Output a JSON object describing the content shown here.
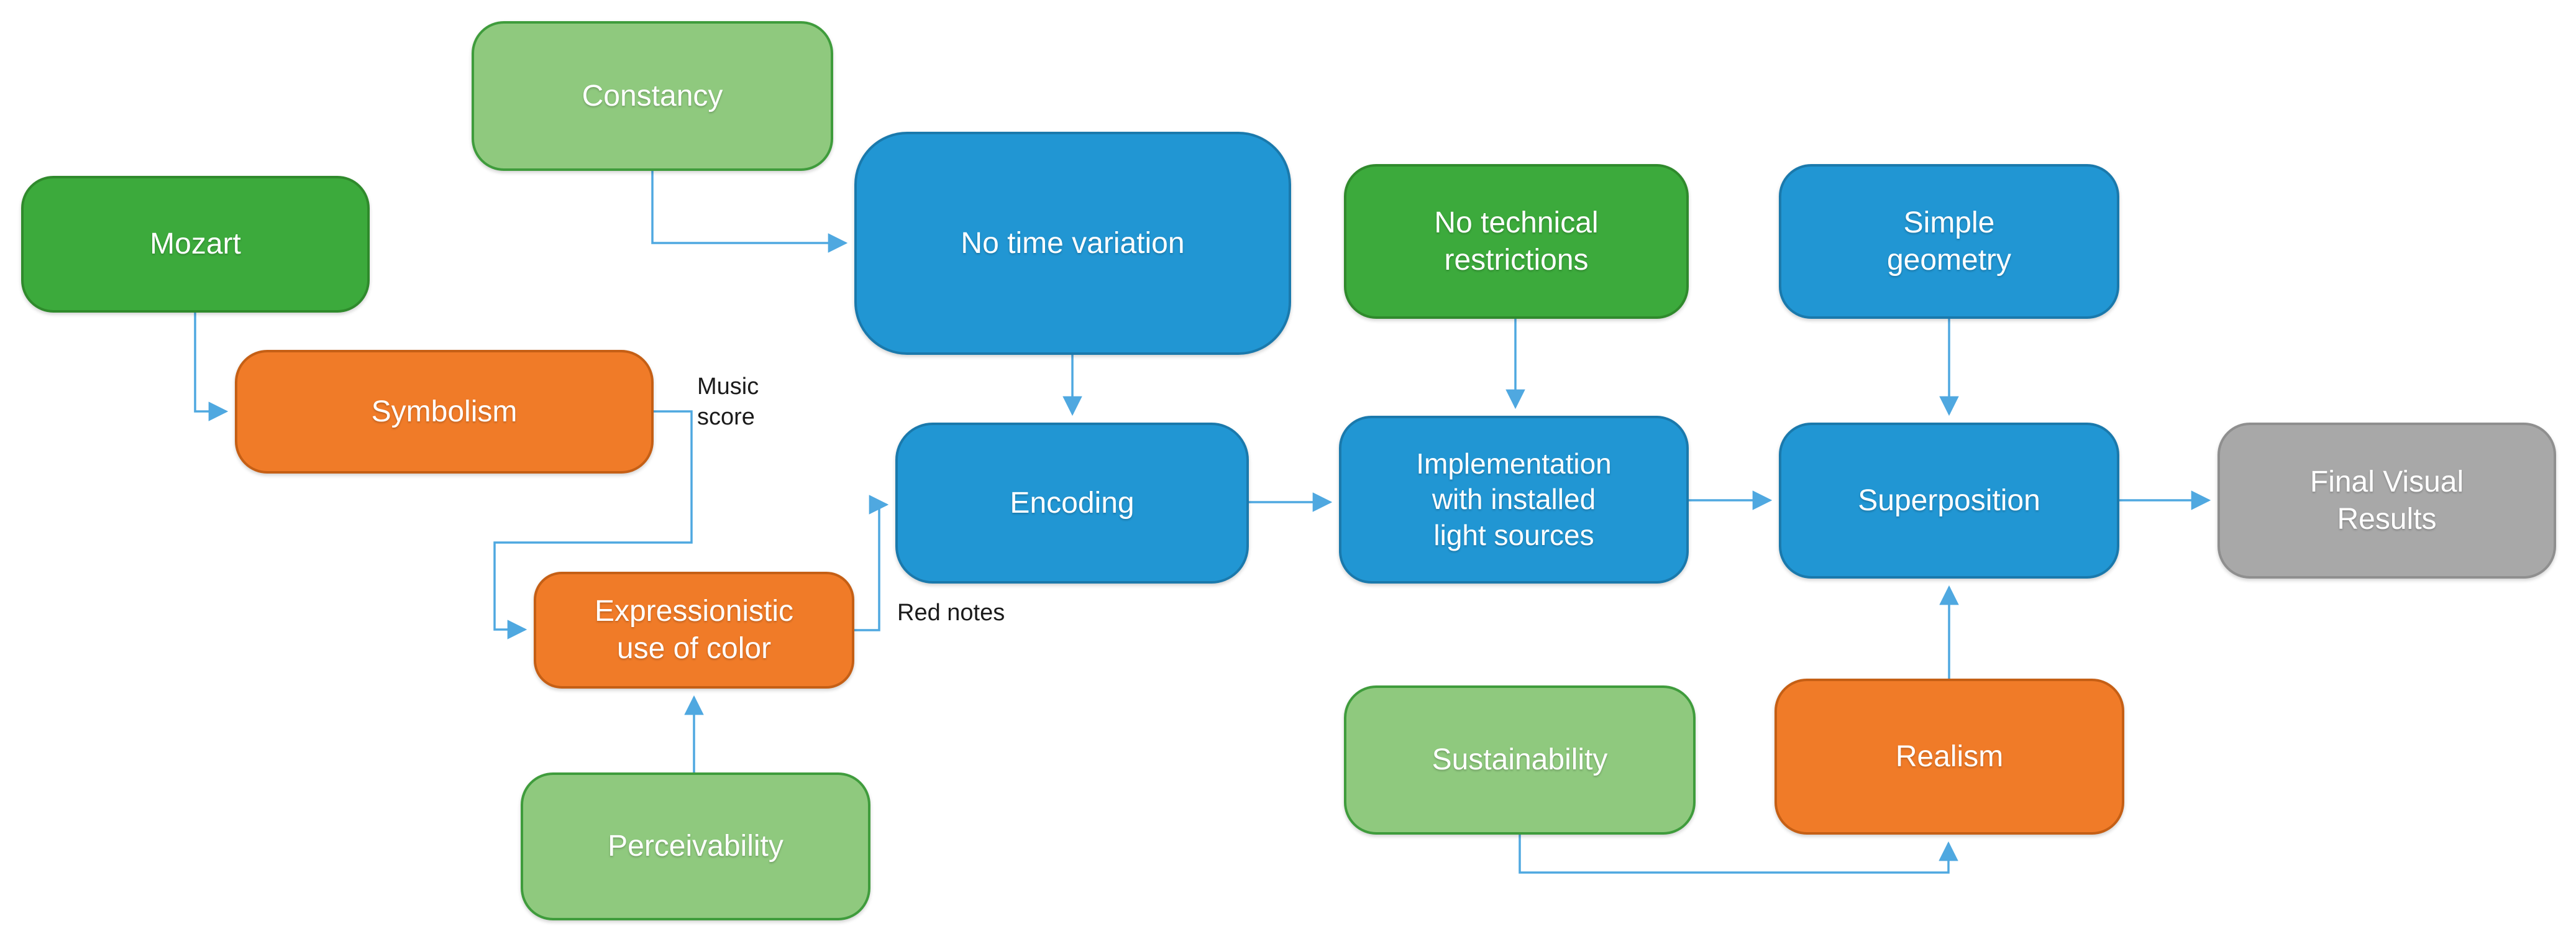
{
  "diagram": {
    "title": "",
    "palette": {
      "green": "#3CAA3C",
      "light_green": "#8FC97E",
      "orange": "#F07B28",
      "blue": "#2196D3",
      "gray": "#A8A8A8",
      "arrow": "#4FA8E0",
      "edge_label_text": "#1b1b1b",
      "node_text": "#ffffff",
      "background": "#ffffff"
    },
    "nodes": [
      {
        "id": "mozart",
        "label": "Mozart",
        "style": "green"
      },
      {
        "id": "constancy",
        "label": "Constancy",
        "style": "light-green"
      },
      {
        "id": "symbolism",
        "label": "Symbolism",
        "style": "orange"
      },
      {
        "id": "no-time-variation",
        "label": "No time variation",
        "style": "blue"
      },
      {
        "id": "no-technical-restrictions",
        "label": "No technical\nrestrictions",
        "style": "green"
      },
      {
        "id": "simple-geometry",
        "label": "Simple\ngeometry",
        "style": "blue"
      },
      {
        "id": "encoding",
        "label": "Encoding",
        "style": "blue"
      },
      {
        "id": "implementation",
        "label": "Implementation\nwith installed\nlight sources",
        "style": "blue"
      },
      {
        "id": "superposition",
        "label": "Superposition",
        "style": "blue"
      },
      {
        "id": "final-visual-results",
        "label": "Final Visual\nResults",
        "style": "gray"
      },
      {
        "id": "expressionistic",
        "label": "Expressionistic\nuse of color",
        "style": "orange"
      },
      {
        "id": "perceivability",
        "label": "Perceivability",
        "style": "light-green"
      },
      {
        "id": "sustainability",
        "label": "Sustainability",
        "style": "light-green"
      },
      {
        "id": "realism",
        "label": "Realism",
        "style": "orange"
      }
    ],
    "edge_labels": {
      "music_score": "Music\nscore",
      "red_notes": "Red notes"
    },
    "edges": [
      {
        "from": "Mozart",
        "to": "Symbolism"
      },
      {
        "from": "Constancy",
        "to": "No time variation"
      },
      {
        "from": "No time variation",
        "to": "Encoding"
      },
      {
        "from": "Symbolism",
        "to": "Expressionistic use of color",
        "label": "Music score"
      },
      {
        "from": "Expressionistic use of color",
        "to": "Encoding",
        "label": "Red notes"
      },
      {
        "from": "Perceivability",
        "to": "Expressionistic use of color"
      },
      {
        "from": "Encoding",
        "to": "Implementation with installed light sources"
      },
      {
        "from": "No technical restrictions",
        "to": "Implementation with installed light sources"
      },
      {
        "from": "Implementation with installed light sources",
        "to": "Superposition"
      },
      {
        "from": "Simple geometry",
        "to": "Superposition"
      },
      {
        "from": "Sustainability",
        "to": "Realism"
      },
      {
        "from": "Realism",
        "to": "Superposition"
      },
      {
        "from": "Superposition",
        "to": "Final Visual Results"
      }
    ]
  }
}
